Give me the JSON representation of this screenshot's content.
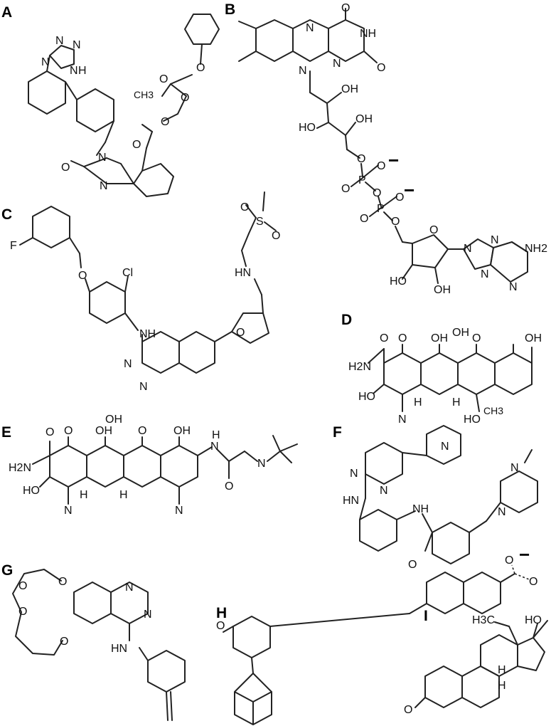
{
  "panels": {
    "A": {
      "label": "A",
      "atoms": [
        "N",
        "N",
        "N",
        "N",
        "H",
        "O",
        "O",
        "O",
        "O",
        "O",
        "CH3",
        "N",
        "N",
        "O"
      ]
    },
    "B": {
      "label": "B",
      "atoms": [
        "O",
        "N",
        "NH",
        "N",
        "N",
        "O",
        "OH",
        "HO",
        "OH",
        "O",
        "P",
        "O",
        "O",
        "O",
        "P",
        "O",
        "O",
        "O",
        "O",
        "N",
        "N",
        "N",
        "N",
        "NH2",
        "HO",
        "OH"
      ],
      "charges": [
        "−",
        "−"
      ]
    },
    "C": {
      "label": "C",
      "atoms": [
        "O",
        "S",
        "O",
        "HN",
        "F",
        "Cl",
        "O",
        "NH",
        "O",
        "N",
        "N"
      ]
    },
    "D": {
      "label": "D",
      "atoms": [
        "O",
        "O",
        "OH",
        "OH",
        "O",
        "OH",
        "H2N",
        "HO",
        "H",
        "H",
        "HO",
        "CH3",
        "N"
      ]
    },
    "E": {
      "label": "E",
      "atoms": [
        "O",
        "O",
        "OH",
        "OH",
        "O",
        "OH",
        "H2N",
        "HO",
        "H",
        "H",
        "N",
        "N",
        "N",
        "O",
        "H",
        "N"
      ]
    },
    "F": {
      "label": "F",
      "atoms": [
        "N",
        "N",
        "N",
        "N",
        "N",
        "HN",
        "NH",
        "O"
      ]
    },
    "G": {
      "label": "G",
      "atoms": [
        "O",
        "O",
        "O",
        "O",
        "N",
        "N",
        "HN"
      ]
    },
    "H": {
      "label": "H",
      "atoms": [
        "O",
        "O",
        "O"
      ],
      "charges": [
        "−"
      ]
    },
    "I": {
      "label": "I",
      "atoms": [
        "H3C",
        "HO",
        "H",
        "H",
        "O"
      ]
    }
  }
}
